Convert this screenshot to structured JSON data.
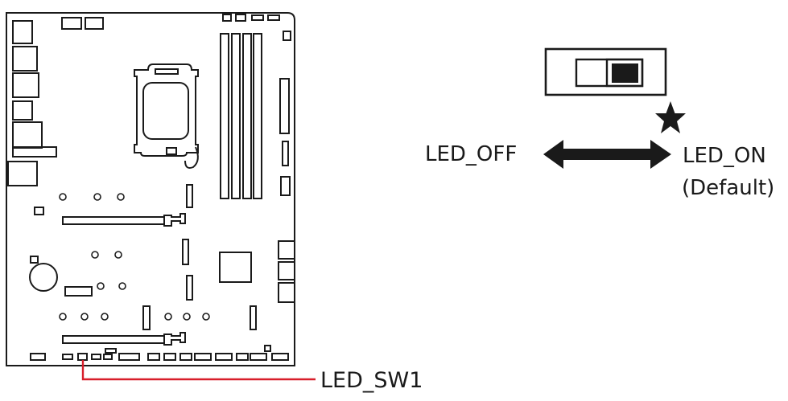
{
  "diagram": {
    "callout_label": "LED_SW1",
    "switch": {
      "off_label": "LED_OFF",
      "on_label": "LED_ON",
      "default_label": "(Default)",
      "default_marker_icon": "star-icon",
      "state": "on"
    },
    "colors": {
      "outline": "#1a1a1a",
      "callout_line": "#d81e2a",
      "background": "#ffffff"
    }
  }
}
